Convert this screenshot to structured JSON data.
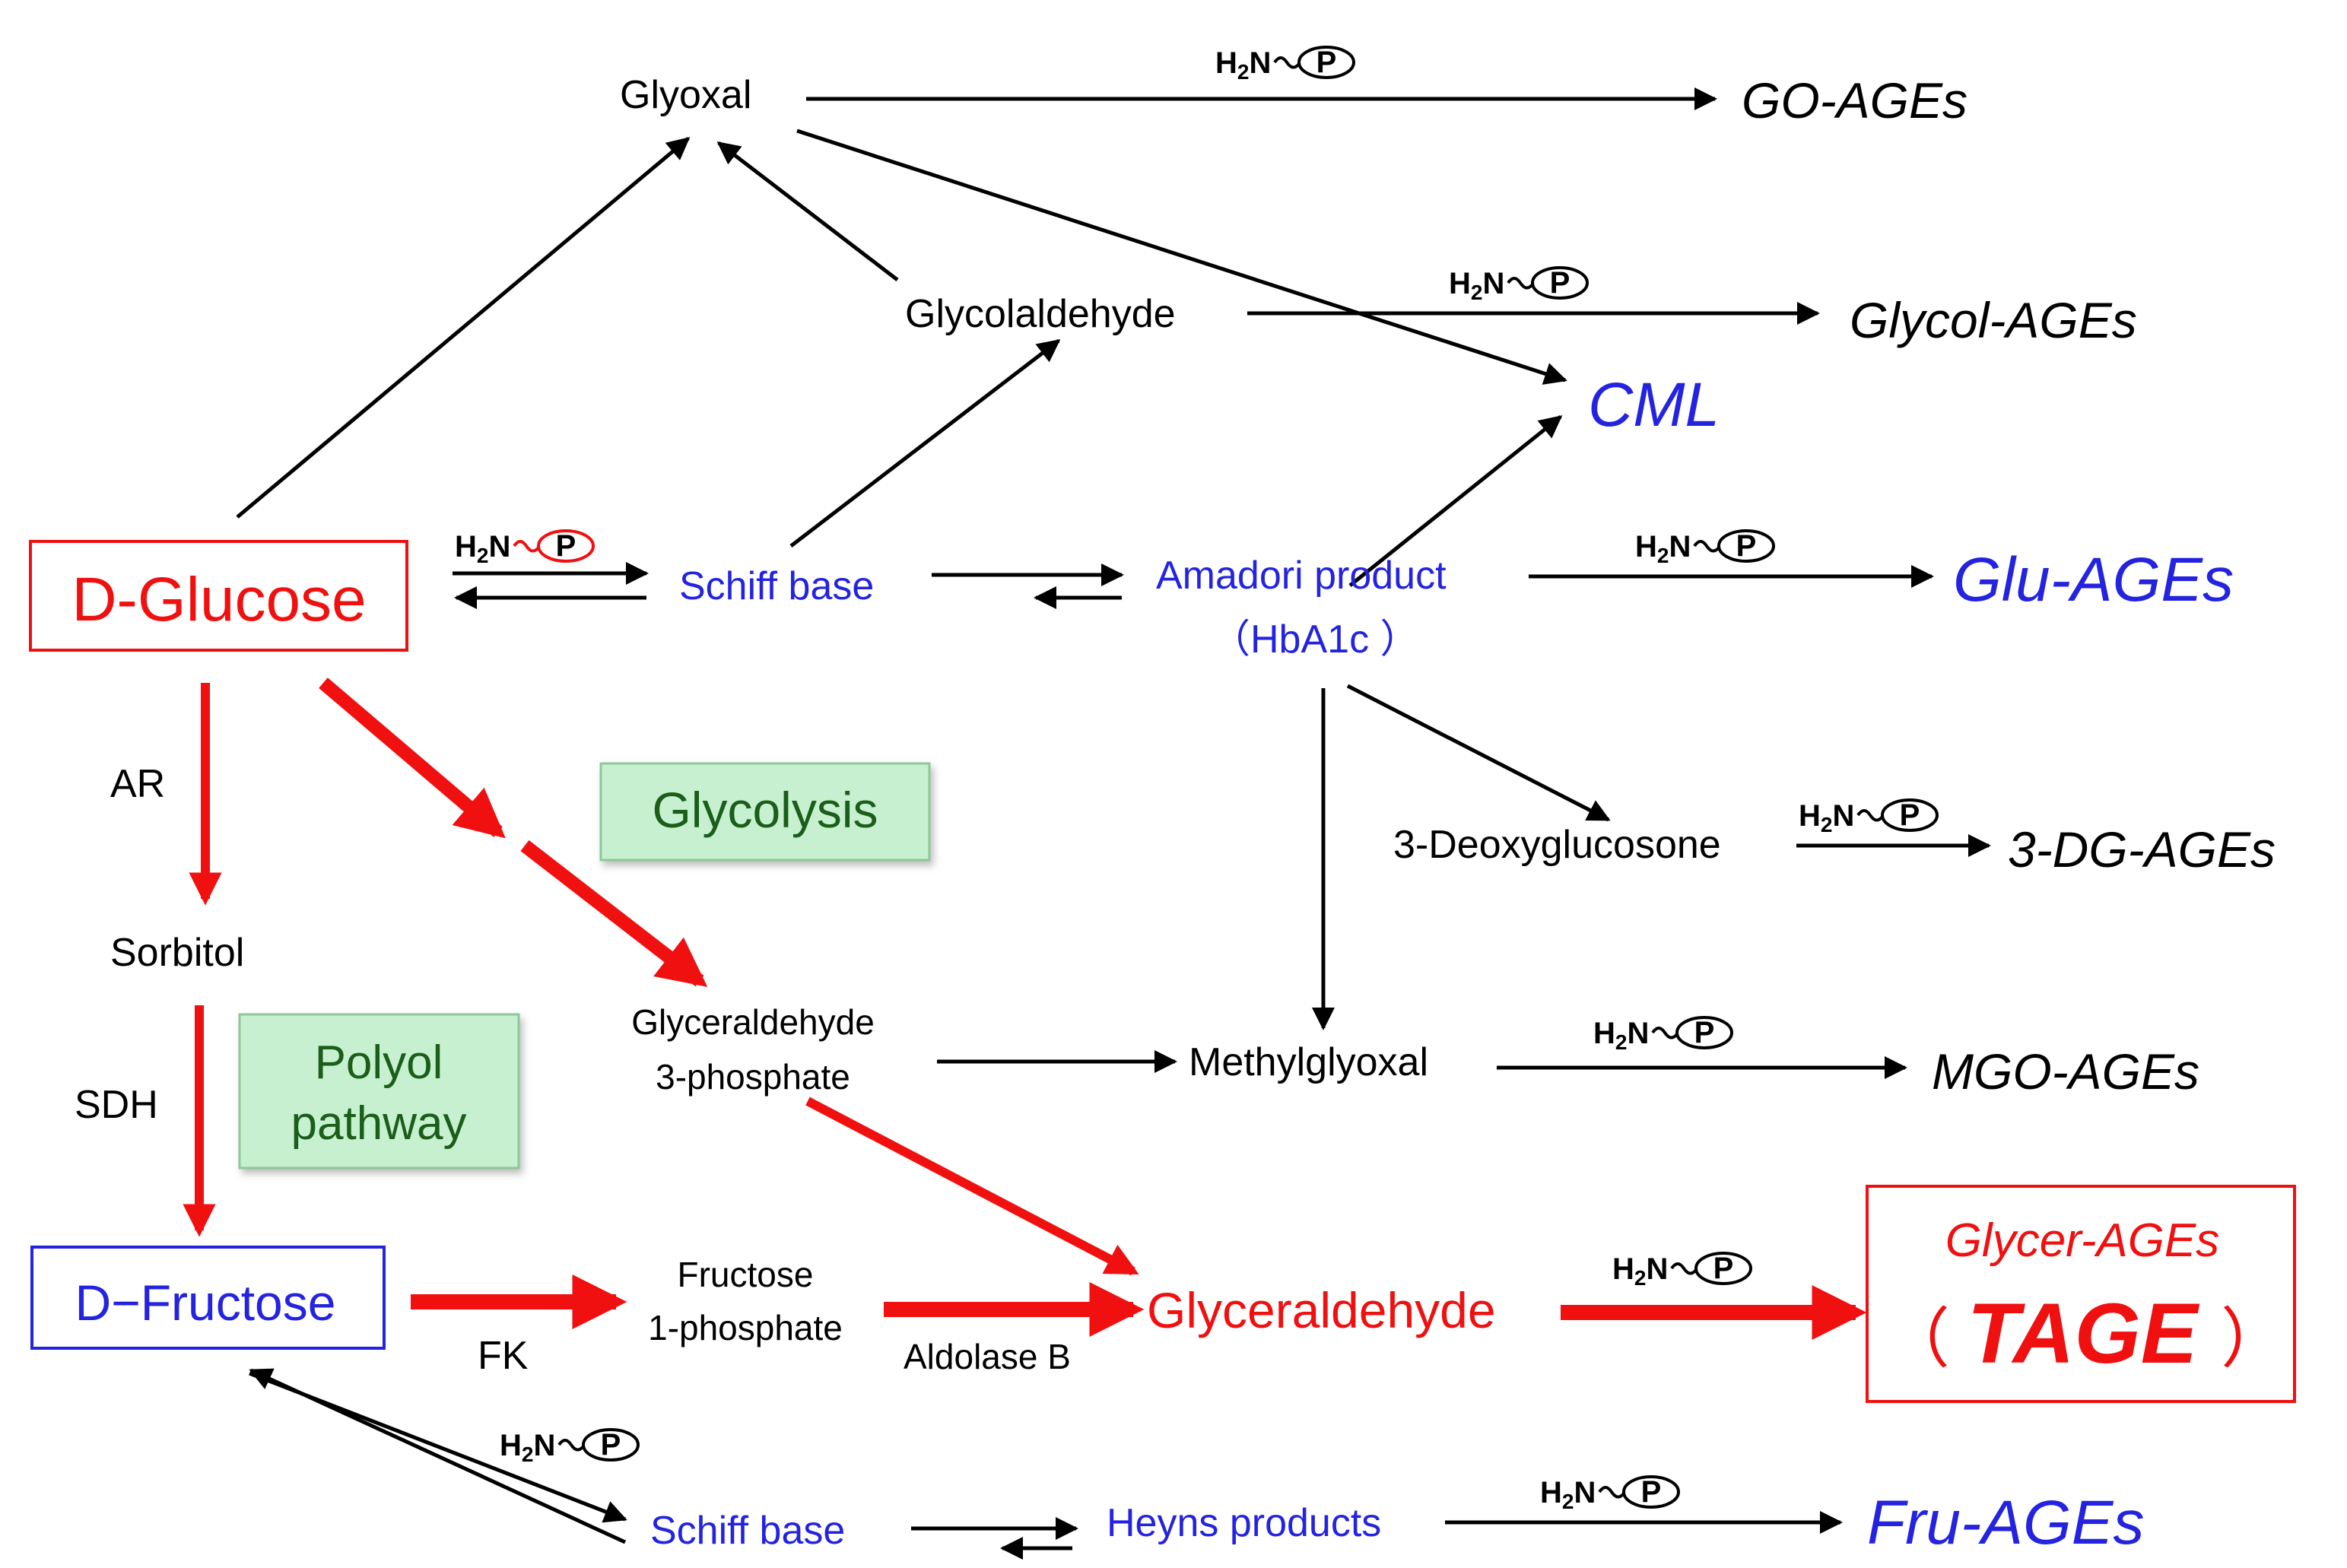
{
  "nodes": {
    "glyoxal": "Glyoxal",
    "glycolaldehyde": "Glycolaldehyde",
    "d_glucose": "D-Glucose",
    "schiff_base_top": "Schiff base",
    "amadori_line1": "Amadori product",
    "amadori_line2": "（HbA1c ）",
    "sorbitol": "Sorbitol",
    "deoxyglucosone": "3-Deoxyglucosone",
    "g3p_line1": "Glyceraldehyde",
    "g3p_line2": "3-phosphate",
    "methylglyoxal": "Methylglyoxal",
    "d_fructose": "D−Fructose",
    "f1p_line1": "Fructose",
    "f1p_line2": "1-phosphate",
    "glyceraldehyde": "Glyceraldehyde",
    "schiff_base_bottom": "Schiff base",
    "heyns": "Heyns products"
  },
  "products": {
    "go_ages": "GO-AGEs",
    "glycol_ages": "Glycol-AGEs",
    "cml": "CML",
    "glu_ages": "Glu-AGEs",
    "dg_ages": "3-DG-AGEs",
    "mgo_ages": "MGO-AGEs",
    "glycer_ages": "Glycer-AGEs",
    "tage_open": "（",
    "tage": "TAGE",
    "tage_close": "）",
    "fru_ages": "Fru-AGEs"
  },
  "enzymes": {
    "ar": "AR",
    "sdh": "SDH",
    "fk": "FK",
    "aldolase": "Aldolase  B"
  },
  "pathways": {
    "glycolysis": "Glycolysis",
    "polyol_line1": "Polyol",
    "polyol_line2": "pathway"
  },
  "amine": {
    "h": "H",
    "sub": "2",
    "n": "N",
    "p": "P"
  },
  "colors": {
    "red": "#f01010",
    "blue": "#2323e0",
    "green_box": "#c6f0cf",
    "green_text": "#1a5e1a",
    "black": "#000000"
  }
}
